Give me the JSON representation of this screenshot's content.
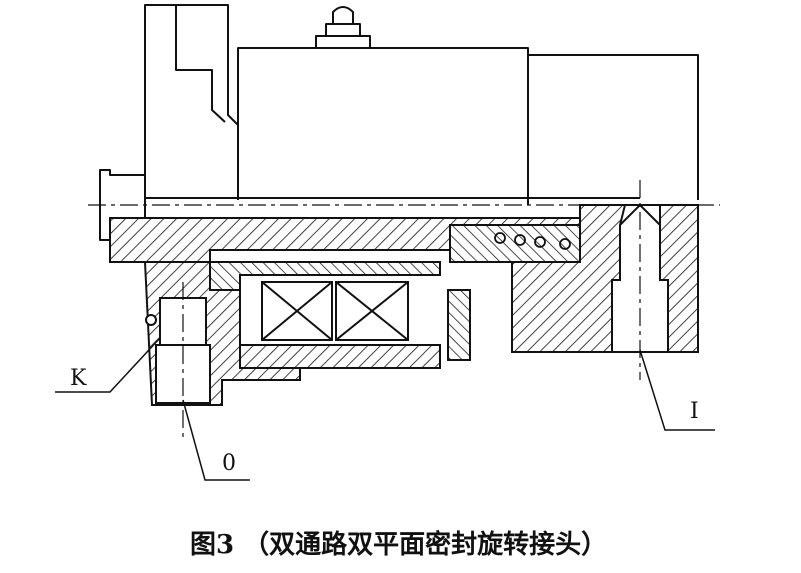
{
  "labels": {
    "k": "K",
    "o": "0",
    "i": "I"
  },
  "caption": "图3 （双通路双平面密封旋转接头）",
  "colors": {
    "ink": "#111111",
    "paper": "#ffffff"
  }
}
